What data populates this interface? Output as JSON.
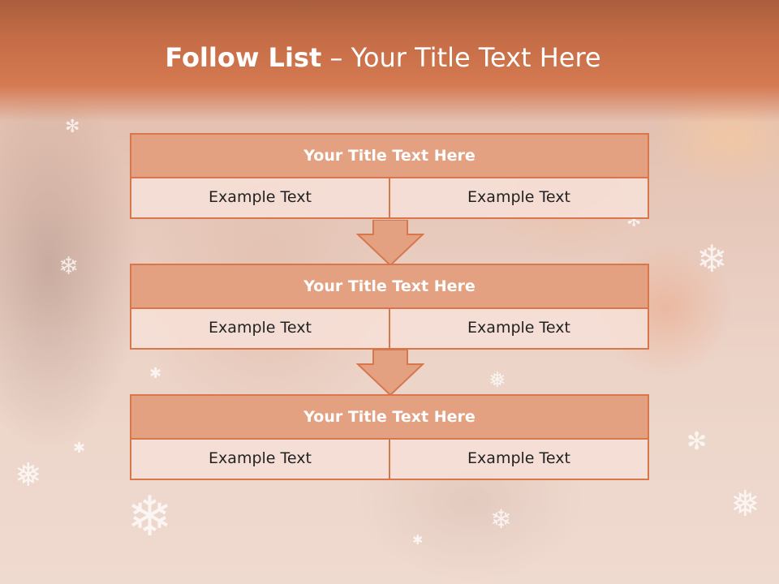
{
  "slide": {
    "title_bold": "Follow List",
    "title_rest": " – Your Title Text Here"
  },
  "list": [
    {
      "title": "Your Title Text Here",
      "left": "Example Text",
      "right": "Example Text"
    },
    {
      "title": "Your Title Text Here",
      "left": "Example Text",
      "right": "Example Text"
    },
    {
      "title": "Your Title Text Here",
      "left": "Example Text",
      "right": "Example Text"
    }
  ],
  "colors": {
    "accent": "#d8764c",
    "header_fill": "#e4a182",
    "cell_fill": "#f5ded6"
  }
}
